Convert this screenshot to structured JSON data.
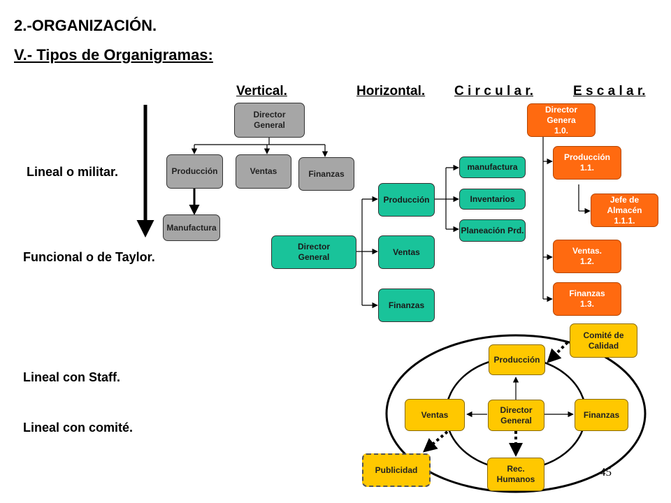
{
  "header": {
    "section": "2.-ORGANIZACIÓN.",
    "subtitle": "V.- Tipos   de Organigramas:"
  },
  "columns": {
    "vertical": "Vertical.",
    "horizontal": "Horizontal.",
    "circular": "C i r c u l a r.",
    "escalar": "E s c a l a r."
  },
  "side_labels": {
    "lineal_militar": "Lineal o militar.",
    "funcional": "Funcional o de Taylor.",
    "lineal_staff": "Lineal  con  Staff.",
    "lineal_comite": "Lineal con comité."
  },
  "vertical": {
    "director": "Director\nGeneral",
    "produccion": "Producción",
    "ventas": "Ventas",
    "finanzas": "Finanzas",
    "manufactura": "Manufactura"
  },
  "horizontal": {
    "director": "Director\nGeneral",
    "produccion": "Producción",
    "ventas": "Ventas",
    "finanzas": "Finanzas",
    "manufactura": "manufactura",
    "inventarios": "Inventarios",
    "planeacion": "Planeación Prd."
  },
  "escalar": {
    "director": "Director\nGenera\n1.0.",
    "produccion": "Producción\n1.1.",
    "jefe_almacen": "Jefe de\nAlmacén\n1.1.1.",
    "ventas": "Ventas.\n1.2.",
    "finanzas": "Finanzas\n1.3."
  },
  "circular": {
    "comite": "Comité de\nCalidad",
    "produccion": "Producción",
    "ventas": "Ventas",
    "director": "Director\nGeneral",
    "finanzas": "Finanzas",
    "publicidad": "Publicidad",
    "rec_humanos": "Rec.\nHumanos"
  },
  "page_number": "45",
  "colors": {
    "gray": "#a6a6a6",
    "teal": "#19c39a",
    "orange": "#ff6a10",
    "yellow": "#ffc800"
  }
}
